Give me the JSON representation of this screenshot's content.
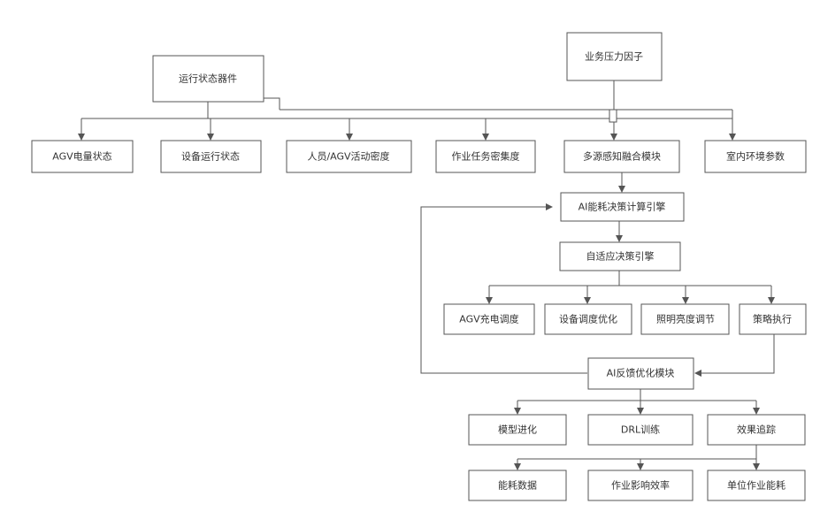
{
  "nodes": {
    "status": "运行状态器件",
    "pressure": "业务压力因子",
    "agv_battery": "AGV电量状态",
    "device_status": "设备运行状态",
    "density": "人员/AGV活动密度",
    "task_density": "作业任务密集度",
    "fusion": "多源感知融合模块",
    "env": "室内环境参数",
    "ai_calc": "AI能耗决策计算引擎",
    "decision": "自适应决策引擎",
    "agv_charge": "AGV充电调度",
    "device_opt": "设备调度优化",
    "light": "照明亮度调节",
    "exec": "策略执行",
    "ai_fb": "AI反馈优化模块",
    "model": "模型进化",
    "drl": "DRL训练",
    "effect": "效果追踪",
    "energy": "能耗数据",
    "efficiency": "作业影响效率",
    "unit": "单位作业能耗"
  }
}
